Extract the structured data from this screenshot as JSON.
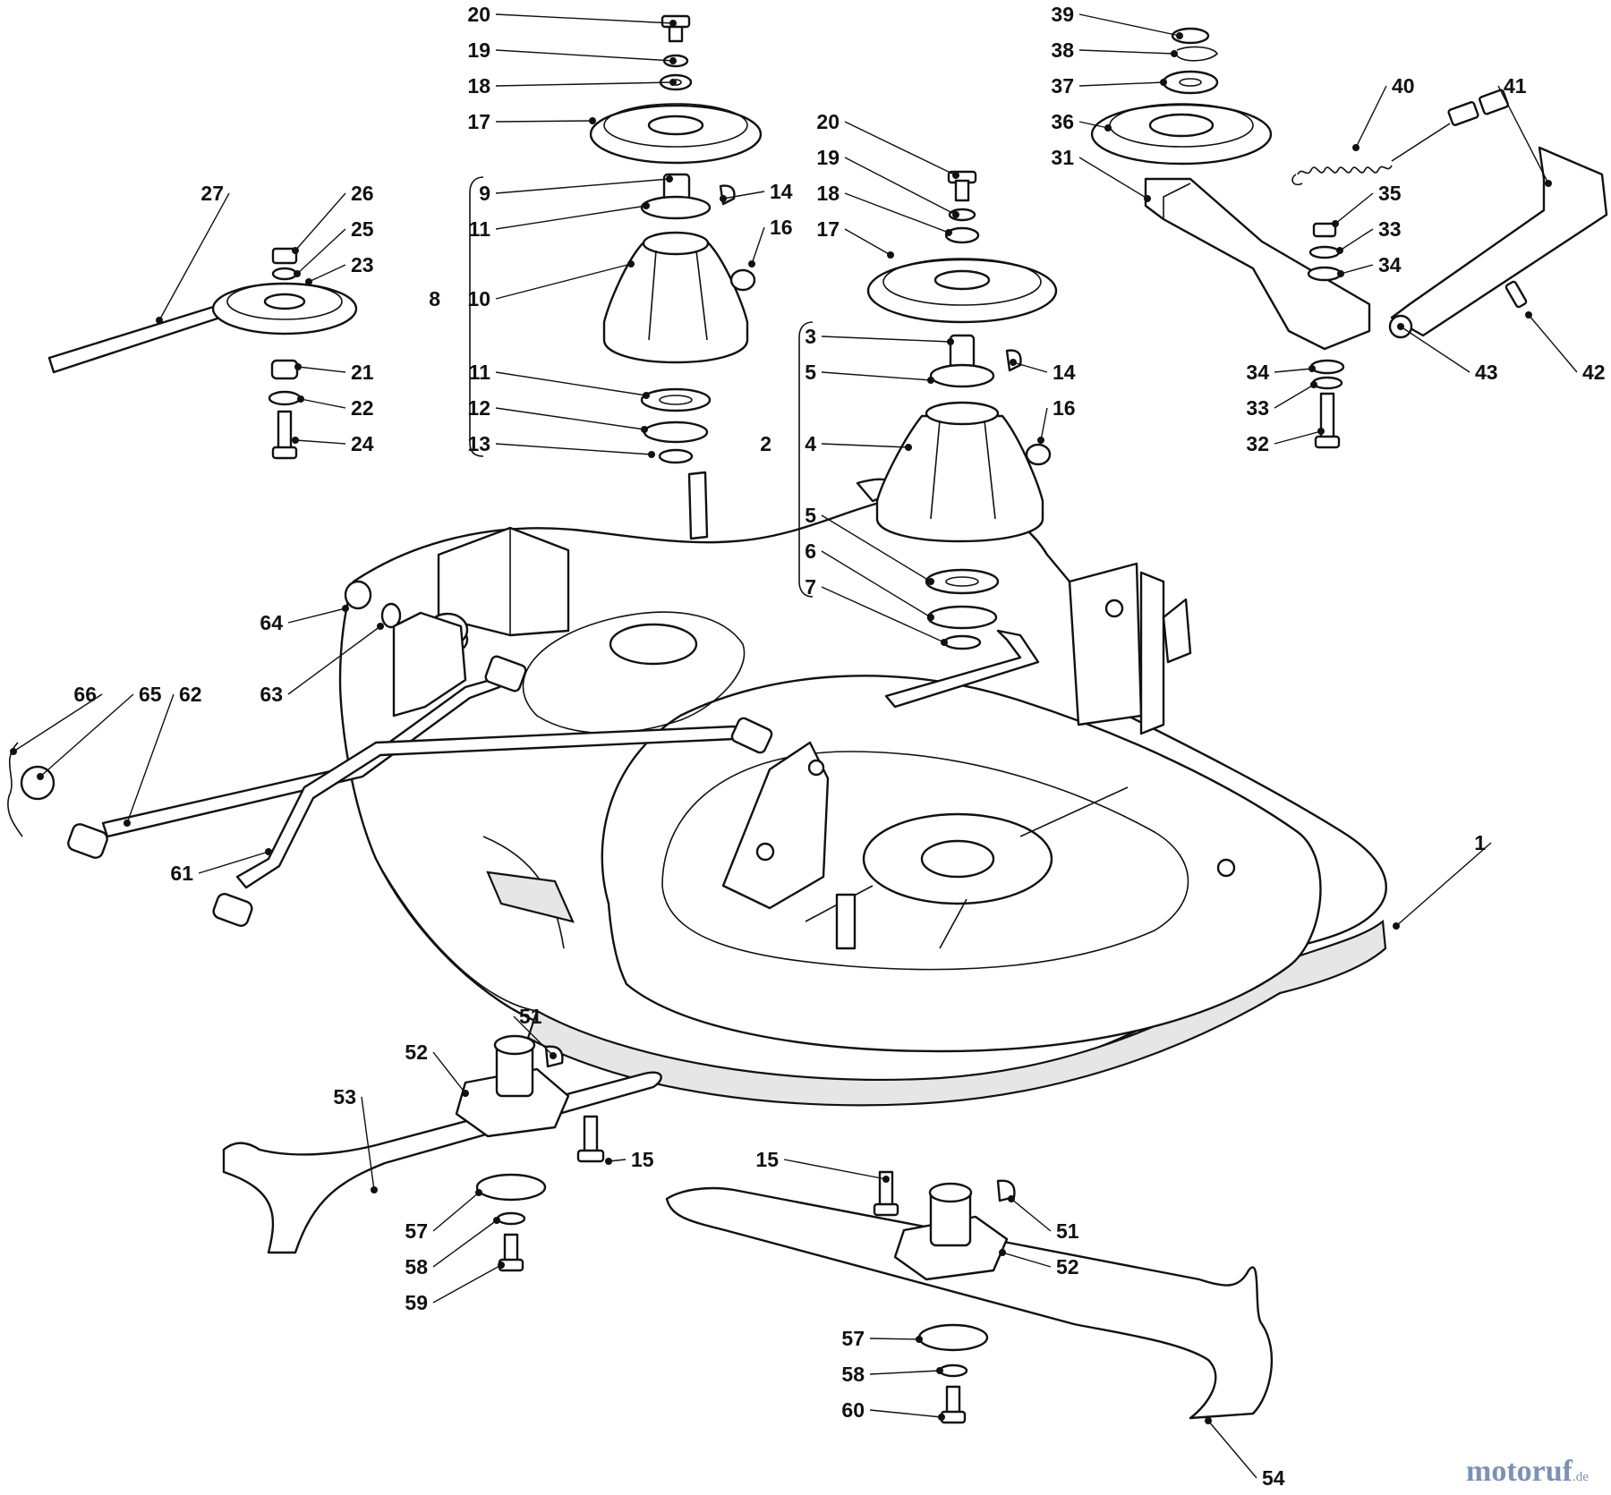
{
  "watermark": {
    "brand_a": "motoruf",
    "brand_b": "",
    "suffix": ".de"
  },
  "callouts": [
    {
      "n": "20"
    },
    {
      "n": "19"
    },
    {
      "n": "18"
    },
    {
      "n": "17"
    },
    {
      "n": "9"
    },
    {
      "n": "11"
    },
    {
      "n": "14"
    },
    {
      "n": "16"
    },
    {
      "n": "8"
    },
    {
      "n": "10"
    },
    {
      "n": "11"
    },
    {
      "n": "12"
    },
    {
      "n": "13"
    },
    {
      "n": "20"
    },
    {
      "n": "19"
    },
    {
      "n": "18"
    },
    {
      "n": "17"
    },
    {
      "n": "3"
    },
    {
      "n": "5"
    },
    {
      "n": "14"
    },
    {
      "n": "16"
    },
    {
      "n": "2"
    },
    {
      "n": "4"
    },
    {
      "n": "5"
    },
    {
      "n": "6"
    },
    {
      "n": "7"
    },
    {
      "n": "39"
    },
    {
      "n": "38"
    },
    {
      "n": "37"
    },
    {
      "n": "36"
    },
    {
      "n": "31"
    },
    {
      "n": "40"
    },
    {
      "n": "41"
    },
    {
      "n": "35"
    },
    {
      "n": "33"
    },
    {
      "n": "34"
    },
    {
      "n": "34"
    },
    {
      "n": "33"
    },
    {
      "n": "32"
    },
    {
      "n": "43"
    },
    {
      "n": "42"
    },
    {
      "n": "27"
    },
    {
      "n": "26"
    },
    {
      "n": "25"
    },
    {
      "n": "23"
    },
    {
      "n": "21"
    },
    {
      "n": "22"
    },
    {
      "n": "24"
    },
    {
      "n": "64"
    },
    {
      "n": "63"
    },
    {
      "n": "66"
    },
    {
      "n": "65"
    },
    {
      "n": "62"
    },
    {
      "n": "61"
    },
    {
      "n": "1"
    },
    {
      "n": "51"
    },
    {
      "n": "52"
    },
    {
      "n": "53"
    },
    {
      "n": "15"
    },
    {
      "n": "57"
    },
    {
      "n": "58"
    },
    {
      "n": "59"
    },
    {
      "n": "15"
    },
    {
      "n": "51"
    },
    {
      "n": "52"
    },
    {
      "n": "57"
    },
    {
      "n": "58"
    },
    {
      "n": "60"
    },
    {
      "n": "54"
    }
  ]
}
